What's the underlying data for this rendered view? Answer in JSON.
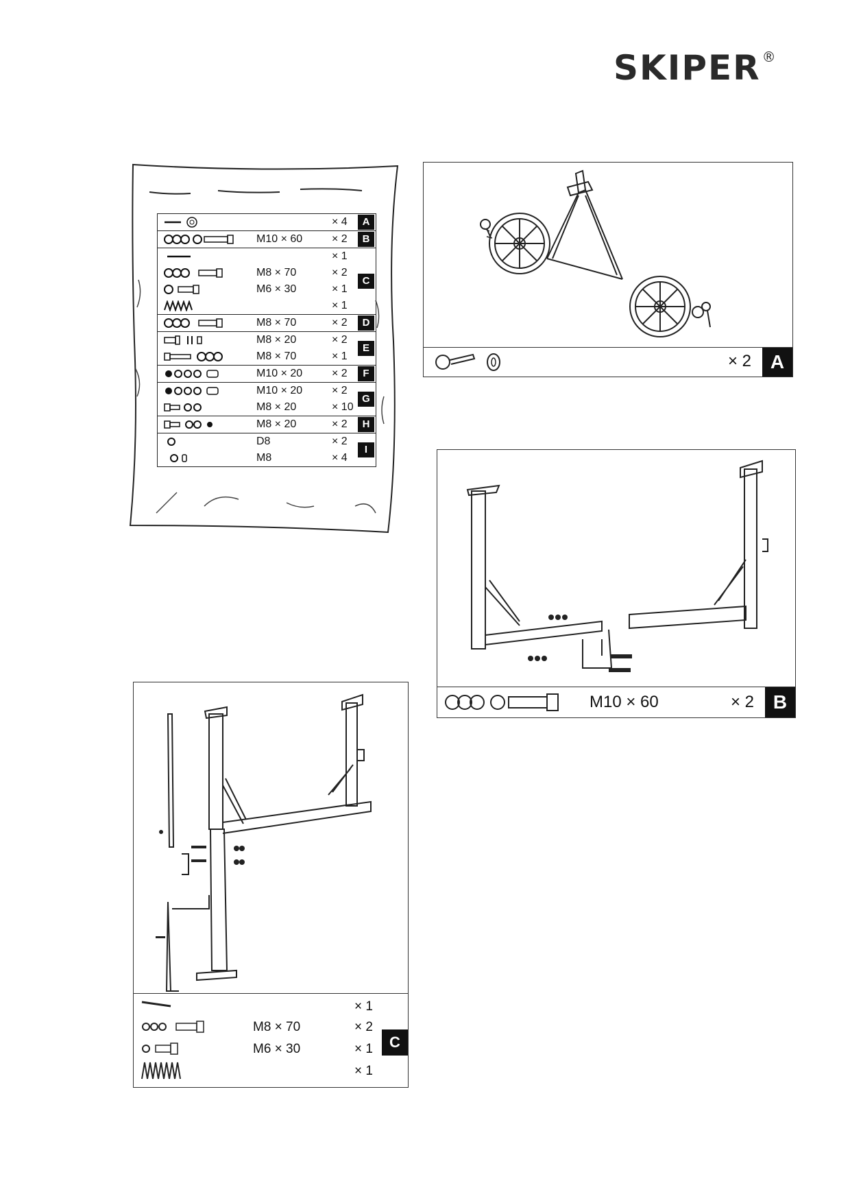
{
  "brand": {
    "name": "SKIPER",
    "mark": "®"
  },
  "bag_parts": [
    {
      "letter": "A",
      "lines": [
        {
          "spec": "",
          "qty": "× 4"
        }
      ]
    },
    {
      "letter": "B",
      "lines": [
        {
          "spec": "M10 × 60",
          "qty": "× 2"
        }
      ]
    },
    {
      "letter": "C",
      "lines": [
        {
          "spec": "",
          "qty": "× 1"
        },
        {
          "spec": "M8 × 70",
          "qty": "× 2"
        },
        {
          "spec": "M6 × 30",
          "qty": "× 1"
        },
        {
          "spec": "",
          "qty": "× 1"
        }
      ]
    },
    {
      "letter": "D",
      "lines": [
        {
          "spec": "M8 × 70",
          "qty": "× 2"
        }
      ]
    },
    {
      "letter": "E",
      "lines": [
        {
          "spec": "M8 × 20",
          "qty": "× 2"
        },
        {
          "spec": "M8 × 70",
          "qty": "× 1"
        }
      ]
    },
    {
      "letter": "F",
      "lines": [
        {
          "spec": "M10 × 20",
          "qty": "× 2"
        }
      ]
    },
    {
      "letter": "G",
      "lines": [
        {
          "spec": "M10 × 20",
          "qty": "× 2"
        },
        {
          "spec": "M8 × 20",
          "qty": "× 10"
        }
      ]
    },
    {
      "letter": "H",
      "lines": [
        {
          "spec": "M8 × 20",
          "qty": "× 2"
        }
      ]
    },
    {
      "letter": "I",
      "lines": [
        {
          "spec": "D8",
          "qty": "× 2"
        },
        {
          "spec": "M8",
          "qty": "× 4"
        }
      ]
    }
  ],
  "panel_a": {
    "letter": "A",
    "qty": "× 2"
  },
  "panel_b": {
    "letter": "B",
    "spec": "M10 × 60",
    "qty": "× 2"
  },
  "panel_c": {
    "letter": "C",
    "lines": [
      {
        "spec": "",
        "qty": "× 1"
      },
      {
        "spec": "M8 × 70",
        "qty": "× 2"
      },
      {
        "spec": "M6 × 30",
        "qty": "× 1"
      },
      {
        "spec": "",
        "qty": "× 1"
      }
    ]
  }
}
